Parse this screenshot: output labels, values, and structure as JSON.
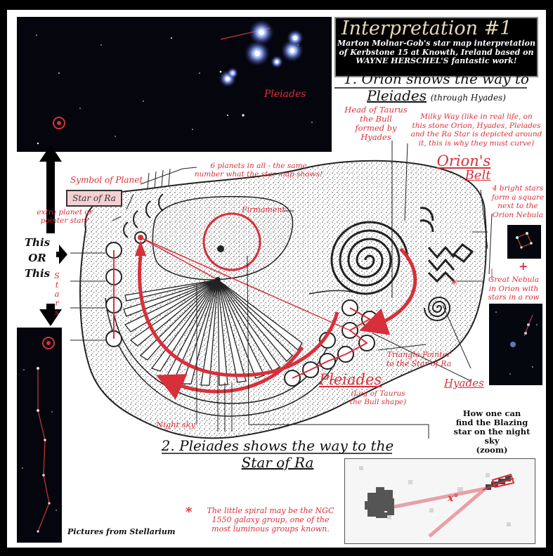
{
  "title": {
    "main": "Interpretation #1",
    "subtitle_lines": [
      "Marton Molnar-Gob's star map interpretation",
      "of  Kerbstone 15 at Knowth, Ireland based on",
      "WAYNE HERSCHEL'S fantastic work!"
    ]
  },
  "headings": {
    "first_line": "1. Orion shows the way to",
    "first_emph": "Pleiades",
    "first_note": "(through Hyades)",
    "second_line": "2. Pleiades shows the way to the",
    "second_line2": "Star of Ra"
  },
  "labels": {
    "pleiades_photo": "Pleiades",
    "head_taurus": [
      "Head of Taurus",
      "the Bull",
      "formed by",
      "Hyades"
    ],
    "milky_way": [
      "Milky Way (like in real life, on",
      "this stone Orion, Hyades, Pleiades",
      "and the Ra Star is depicted around",
      "it, this is why they must curve)"
    ],
    "six_planets": [
      "6 planets in all - the same",
      "number what the star map shows!"
    ],
    "symbol_planet": "Symbol of Planet",
    "star_of_ra": "Star of Ra",
    "orions": "Orion's",
    "belt": "Belt",
    "four_stars": [
      "4 bright stars",
      "form a square",
      "next to the",
      "Orion Nebula"
    ],
    "extra_planet": [
      "extra planet or",
      "pointer star?"
    ],
    "firmament": "Firmament",
    "this_top": "This",
    "or": "OR",
    "this_bottom": "This",
    "stars": [
      "S",
      "t",
      "a",
      "r",
      "s"
    ],
    "plus": "+",
    "great_nebula": [
      "Great Nebula",
      "in Orion with",
      "stars in a row"
    ],
    "asterisk": "*",
    "triangle_pointer": [
      "Triangle Pointer",
      "to the Star of Ra"
    ],
    "pleiades_big": "Pleiades",
    "pleiades_note": [
      "(Leg of Taurus",
      "the Bull shape)"
    ],
    "hyades": "Hyades",
    "night_sky": "Night sky",
    "how_find": [
      "How one can",
      "find the Blazing",
      "star on the night",
      "sky",
      "(zoom)"
    ],
    "angle": "x°",
    "footnote_star": "*",
    "footnote": [
      "The little spiral may be the NGC",
      "1550 galaxy group, one of the",
      "most luminous groups known."
    ],
    "credit": "Pictures from Stellarium"
  },
  "colors": {
    "accent_red": "#d8303a",
    "title_gold": "#e8d9b8",
    "sky": "#000000"
  }
}
